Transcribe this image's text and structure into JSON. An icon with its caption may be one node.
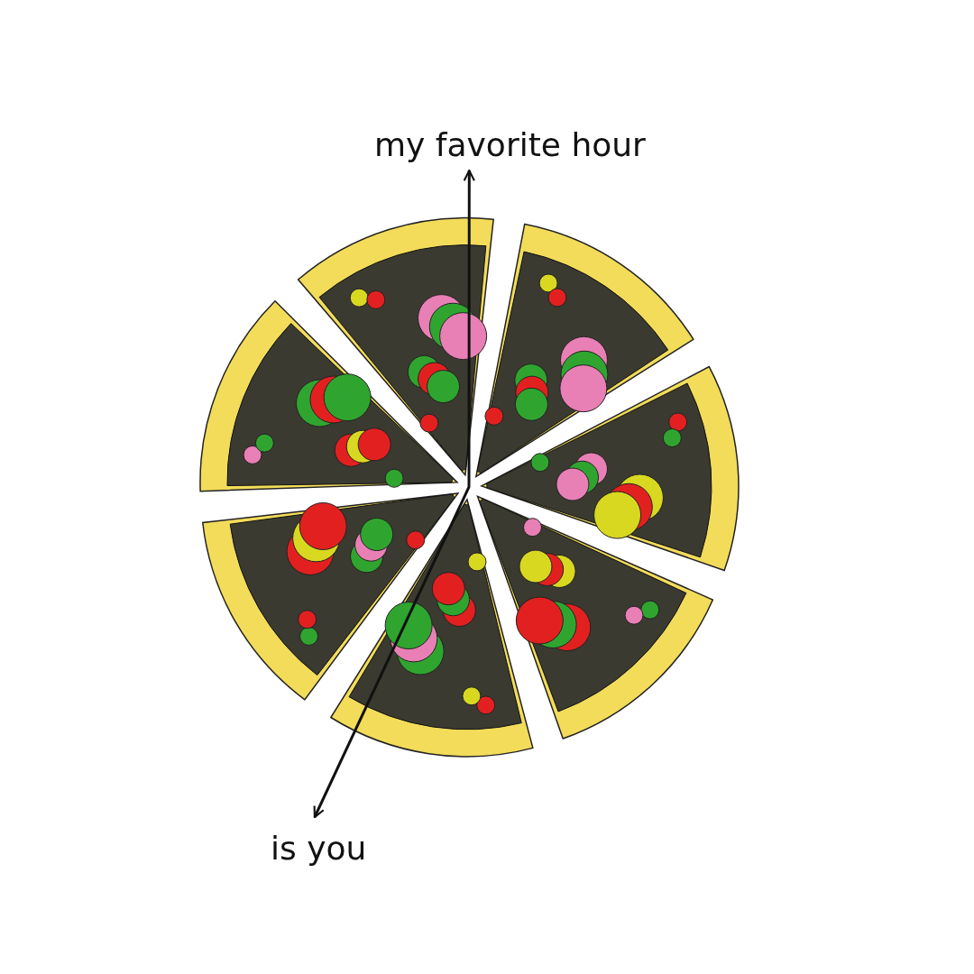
{
  "diagram": {
    "nodes": [
      {
        "text": [
          "my favorite hour"
        ]
      },
      {
        "text": [
          "is you"
        ]
      }
    ],
    "edges": [
      {
        "from": 1,
        "to": 0,
        "arrow": "both"
      }
    ]
  }
}
